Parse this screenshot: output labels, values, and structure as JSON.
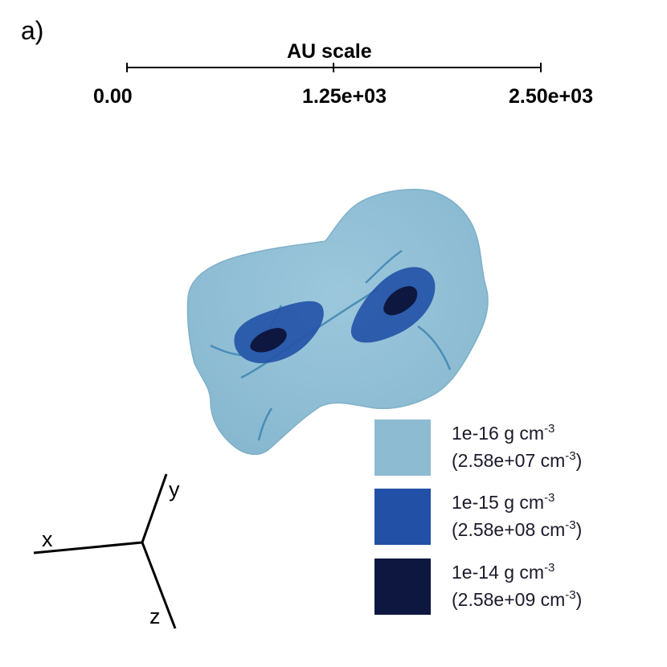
{
  "panel_label": "a)",
  "scale_bar": {
    "title": "AU scale",
    "ticks": [
      "0.00",
      "1.25e+03",
      "2.50e+03"
    ]
  },
  "legend": [
    {
      "density": "1e-16 g cm",
      "density_exp": "-3",
      "number": "(2.58e+07 cm",
      "number_exp": "-3",
      "number_close": ")",
      "color": "#8dbbd2"
    },
    {
      "density": "1e-15 g cm",
      "density_exp": "-3",
      "number": "(2.58e+08 cm",
      "number_exp": "-3",
      "number_close": ")",
      "color": "#2250a6"
    },
    {
      "density": "1e-14 g cm",
      "density_exp": "-3",
      "number": "(2.58e+09 cm",
      "number_exp": "-3",
      "number_close": ")",
      "color": "#0e1740"
    }
  ],
  "axes": {
    "x": "x",
    "y": "y",
    "z": "z"
  }
}
